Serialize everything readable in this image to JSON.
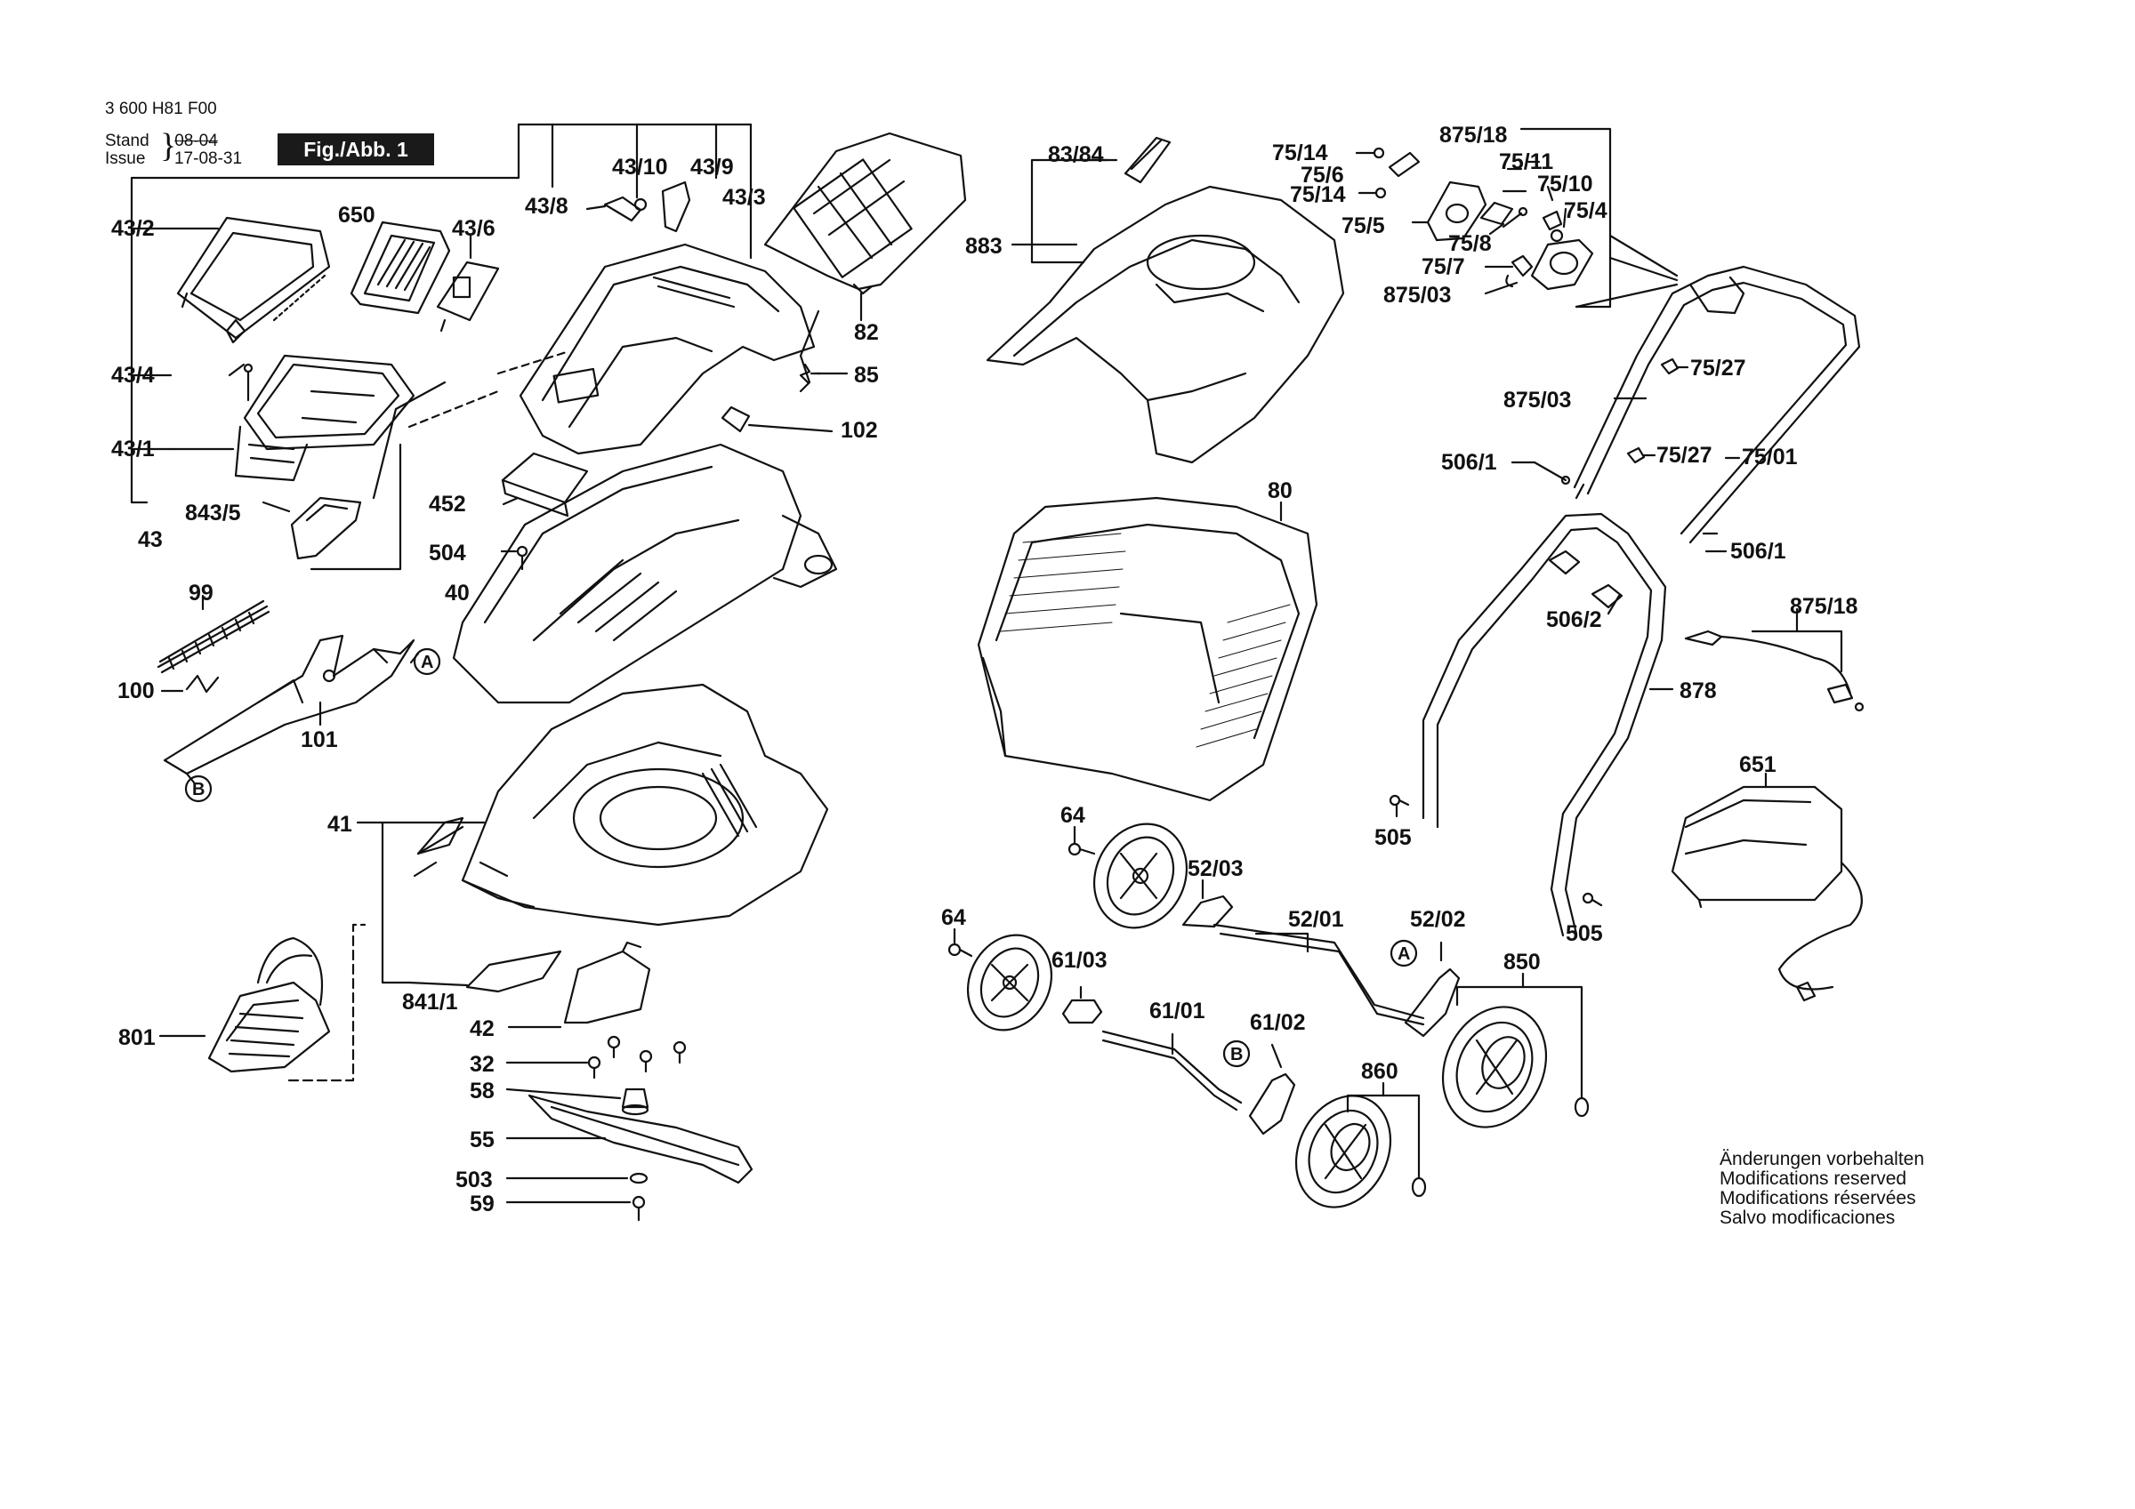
{
  "header": {
    "doc_number": "3 600 H81 F00",
    "stand_label": "Stand",
    "stand_value": "08-04",
    "issue_label": "Issue",
    "issue_value": "17-08-31",
    "figure_badge": "Fig./Abb. 1"
  },
  "notice": [
    "Änderungen vorbehalten",
    "Modifications reserved",
    "Modifications réservées",
    "Salvo modificaciones"
  ],
  "callouts": {
    "c_43_2": "43/2",
    "c_650": "650",
    "c_43_6": "43/6",
    "c_43_8": "43/8",
    "c_43_10": "43/10",
    "c_43_9": "43/9",
    "c_43_3": "43/3",
    "c_82": "82",
    "c_85": "85",
    "c_102": "102",
    "c_43_4": "43/4",
    "c_43_1": "43/1",
    "c_843_5": "843/5",
    "c_43": "43",
    "c_452": "452",
    "c_504": "504",
    "c_40": "40",
    "c_99": "99",
    "c_100": "100",
    "c_101": "101",
    "c_41": "41",
    "c_841_1": "841/1",
    "c_42": "42",
    "c_801": "801",
    "c_32": "32",
    "c_58": "58",
    "c_55": "55",
    "c_503": "503",
    "c_59": "59",
    "c_83_84": "83/84",
    "c_883": "883",
    "c_80": "80",
    "c_75_14a": "75/14",
    "c_75_6": "75/6",
    "c_75_14b": "75/14",
    "c_75_5": "75/5",
    "c_875_18a": "875/18",
    "c_75_11": "75/11",
    "c_75_10": "75/10",
    "c_75_4": "75/4",
    "c_75_8": "75/8",
    "c_75_7": "75/7",
    "c_875_03a": "875/03",
    "c_75_27a": "75/27",
    "c_875_03b": "875/03",
    "c_506_1a": "506/1",
    "c_75_27b": "75/27",
    "c_75_01": "75/01",
    "c_506_1b": "506/1",
    "c_506_2": "506/2",
    "c_875_18b": "875/18",
    "c_878": "878",
    "c_651": "651",
    "c_505a": "505",
    "c_505b": "505",
    "c_64a": "64",
    "c_52_03": "52/03",
    "c_52_01": "52/01",
    "c_52_02": "52/02",
    "c_64b": "64",
    "c_61_03": "61/03",
    "c_61_01": "61/01",
    "c_61_02": "61/02",
    "c_850": "850",
    "c_860": "860",
    "ref_a": "A",
    "ref_b": "B"
  },
  "colors": {
    "ink": "#111111",
    "badge_bg": "#1a1a1a",
    "badge_fg": "#ffffff",
    "paper": "#ffffff"
  }
}
